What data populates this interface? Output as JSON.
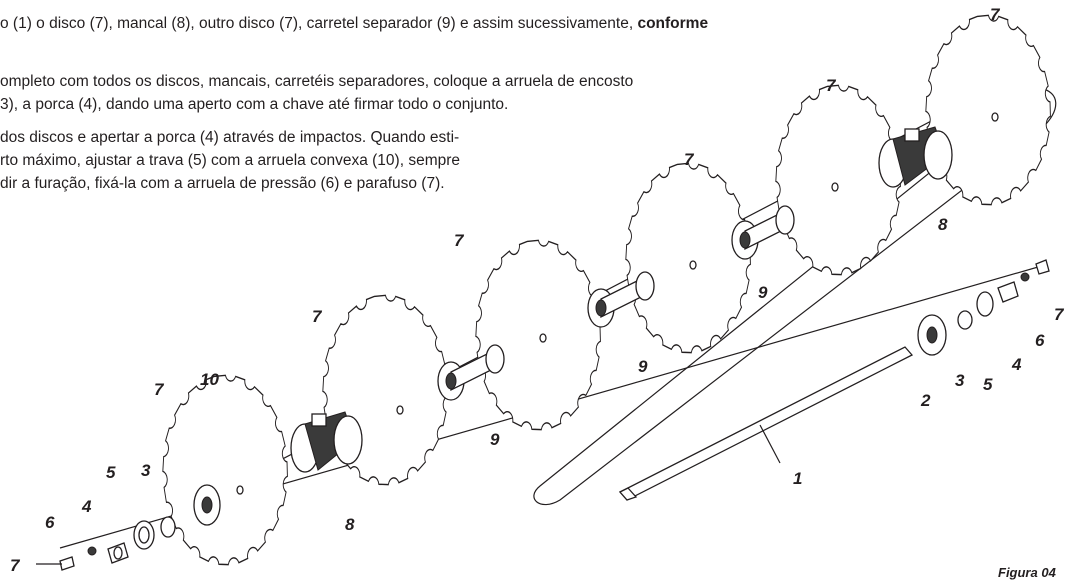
{
  "instructions": {
    "line1": "o (1) o disco (7), mancal (8), outro disco (7), carretel separador (9) e assim sucessivamente, ",
    "line1_bold": "conforme",
    "line2": "ompleto com todos os discos, mancais, carretéis separadores, coloque a arruela de encosto",
    "line3": "3), a porca (4), dando uma aperto com a chave até firmar todo o conjunto.",
    "line4": "dos discos e apertar a porca (4) através de impactos. Quando esti-",
    "line5": "rto máximo, ajustar a trava (5) com a arruela convexa (10), sempre",
    "line6": "dir a furação, fixá-la com a arruela de pressão (6) e parafuso (7)."
  },
  "labels": {
    "l7a": "7",
    "l7b": "7",
    "l7c": "7",
    "l7d": "7",
    "l7e": "7",
    "l7f": "7",
    "l7g": "7",
    "l7h": "7",
    "l8a": "8",
    "l8b": "8",
    "l9a": "9",
    "l9b": "9",
    "l9c": "9",
    "l10": "10",
    "l1": "1",
    "l2": "2",
    "l3a": "3",
    "l3b": "3",
    "l4a": "4",
    "l4b": "4",
    "l5a": "5",
    "l5b": "5",
    "l6a": "6",
    "l6b": "6"
  },
  "caption": "Figura 04"
}
